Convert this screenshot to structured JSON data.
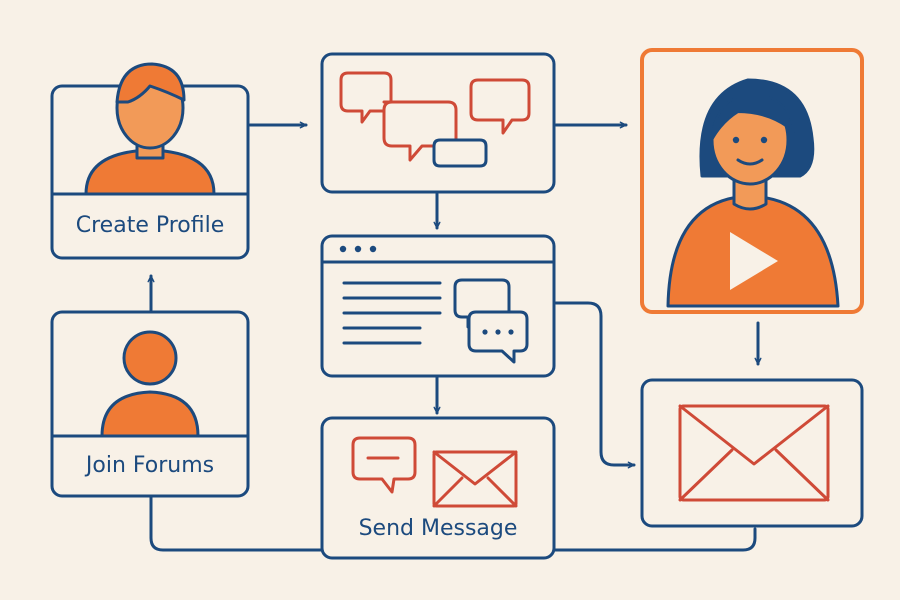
{
  "labels": {
    "create_profile": "Create Profile",
    "join_forums": "Join Forums",
    "send_message": "Send Message"
  },
  "colors": {
    "background": "#f8f1e7",
    "navy": "#1c4a7e",
    "orange": "#ef7a35",
    "red": "#cf4a37",
    "skin": "#f29a58"
  },
  "icons": [
    "profile-person-icon",
    "forum-person-icon",
    "chat-bubbles-icon",
    "browser-window-icon",
    "video-presenter-icon",
    "play-icon",
    "envelope-icon",
    "message-bubble-icon"
  ]
}
